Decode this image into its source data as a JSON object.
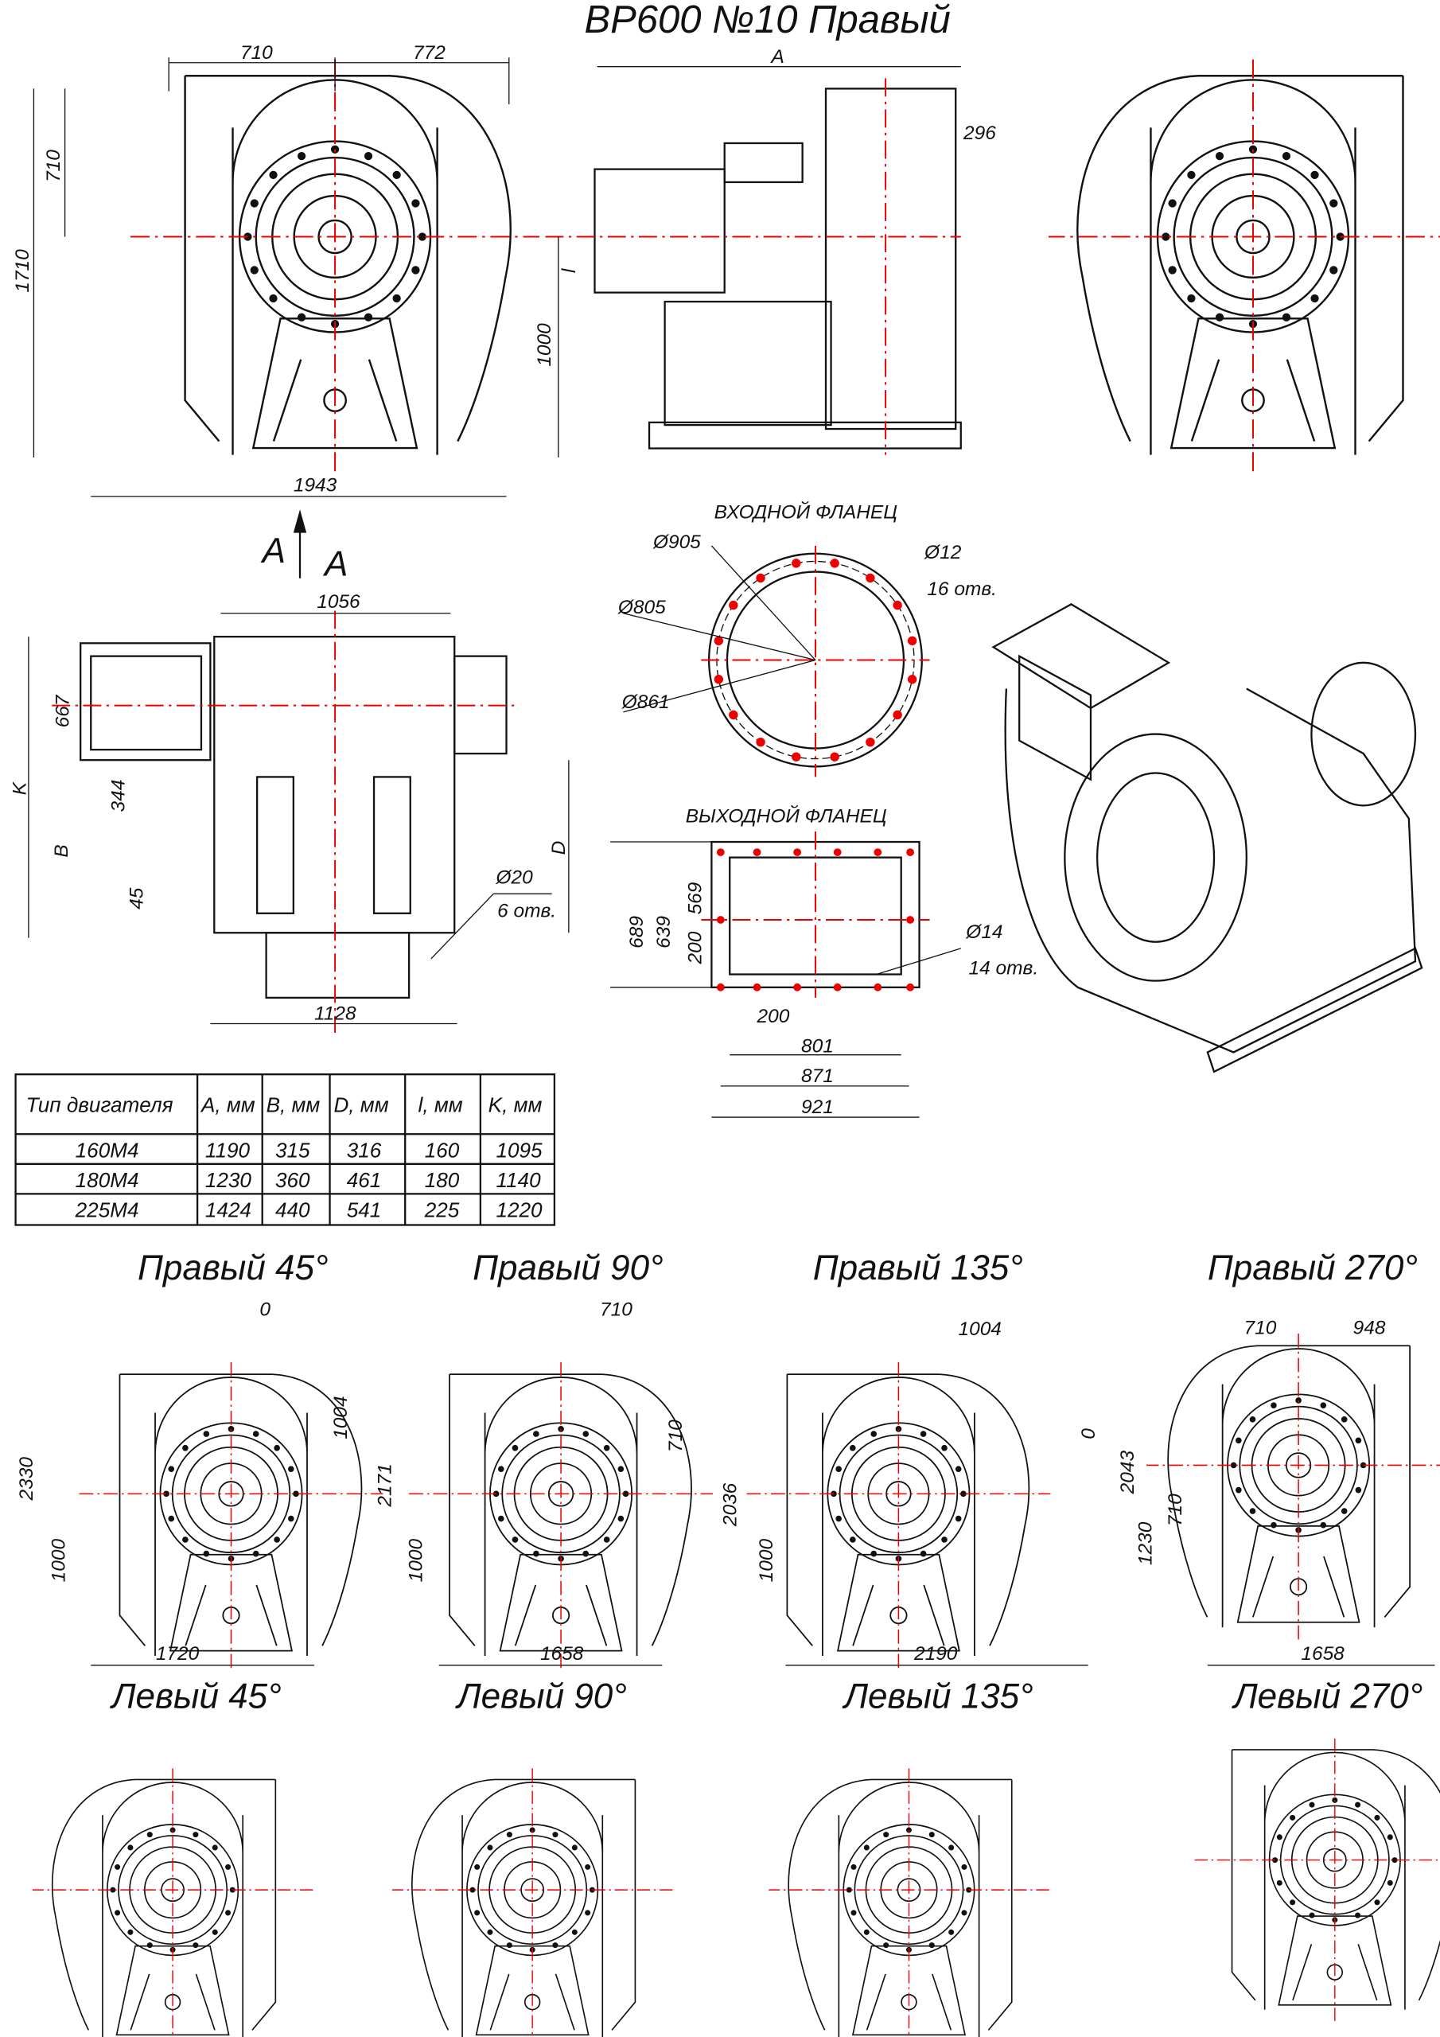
{
  "title": "ВР600 №10 Правый",
  "front_view": {
    "w_left": "710",
    "w_right": "772",
    "h_axis": "710",
    "h_total": "1710",
    "w_total": "1943"
  },
  "side_view": {
    "a": "A",
    "d296": "296",
    "l": "l",
    "h1000": "1000"
  },
  "view_arrow": {
    "left": "A",
    "right": "A"
  },
  "plan_view": {
    "w1056": "1056",
    "h667": "667",
    "k": "K",
    "h344": "344",
    "b": "B",
    "h45": "45",
    "d": "D",
    "hole": "Ø20",
    "holes": "6 отв.",
    "w1128": "1128"
  },
  "inlet_flange": {
    "title": "ВХОДНОЙ ФЛАНЕЦ",
    "d905": "Ø905",
    "d12": "Ø12",
    "holes": "16 отв.",
    "d805": "Ø805",
    "d861": "Ø861"
  },
  "outlet_flange": {
    "title": "ВЫХОДНОЙ ФЛАНЕЦ",
    "h689": "689",
    "h639": "639",
    "h569": "569",
    "h200": "200",
    "d14": "Ø14",
    "holes": "14 отв.",
    "w200": "200",
    "w801": "801",
    "w871": "871",
    "w921": "921"
  },
  "table": {
    "headers": [
      "Тип двигателя",
      "A, мм",
      "B, мм",
      "D, мм",
      "l, мм",
      "K, мм"
    ],
    "rows": [
      [
        "160М4",
        "1190",
        "315",
        "316",
        "160",
        "1095"
      ],
      [
        "180М4",
        "1230",
        "360",
        "461",
        "180",
        "1140"
      ],
      [
        "225М4",
        "1424",
        "440",
        "541",
        "225",
        "1220"
      ]
    ]
  },
  "variants": {
    "r45": {
      "label": "Правый 45°",
      "d0": "0",
      "d1004": "1004",
      "h": "2330",
      "h1000": "1000",
      "w": "1720"
    },
    "r90": {
      "label": "Правый 90°",
      "d710": "710",
      "v710": "710",
      "h": "2171",
      "h1000": "1000",
      "w": "1658"
    },
    "r135": {
      "label": "Правый 135°",
      "d1004": "1004",
      "d0": "0",
      "h": "2036",
      "h1000": "1000",
      "w": "2190"
    },
    "r270": {
      "label": "Правый 270°",
      "d710": "710",
      "d948": "948",
      "h": "2043",
      "h1230": "1230",
      "v710": "710",
      "w": "1658"
    },
    "l45": {
      "label": "Левый 45°"
    },
    "l90": {
      "label": "Левый 90°"
    },
    "l135": {
      "label": "Левый 135°"
    },
    "l270": {
      "label": "Левый 270°"
    }
  },
  "colors": {
    "line": "#111111",
    "axis": "#e00000"
  }
}
